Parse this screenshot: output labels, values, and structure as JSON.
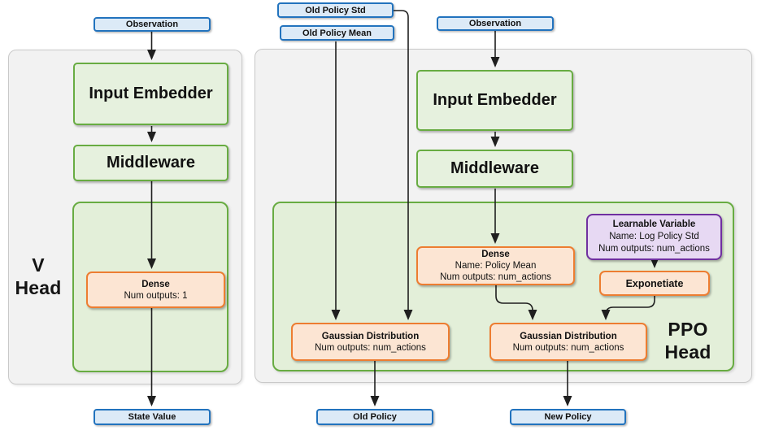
{
  "colors": {
    "blue_border": "#2273BE",
    "blue_fill": "#DCEAF7",
    "green_border": "#68AC42",
    "green_fill": "#E6F1DE",
    "green_container_fill": "#E3EFD9",
    "orange_border": "#ED7D31",
    "orange_fill": "#FCE5D3",
    "purple_border": "#7030A0",
    "purple_fill": "#E7D9F3",
    "container_fill": "#F2F2F2",
    "arrow": "#1F1F1F"
  },
  "v_head": {
    "label": {
      "line1": "V",
      "line2": "Head"
    },
    "observation": "Observation",
    "input_embedder": "Input Embedder",
    "middleware": "Middleware",
    "dense": {
      "title": "Dense",
      "line2": "Num outputs: 1"
    },
    "state_value": "State Value"
  },
  "ppo_head": {
    "label": {
      "line1": "PPO",
      "line2": "Head"
    },
    "old_policy_std": "Old Policy Std",
    "old_policy_mean": "Old Policy Mean",
    "observation": "Observation",
    "input_embedder": "Input Embedder",
    "middleware": "Middleware",
    "dense": {
      "title": "Dense",
      "line2": "Name: Policy Mean",
      "line3": "Num outputs: num_actions"
    },
    "learnable_variable": {
      "title": "Learnable Variable",
      "line2": "Name: Log Policy Std",
      "line3": "Num outputs: num_actions"
    },
    "exponetiate": "Exponetiate",
    "gaussian_old": {
      "title": "Gaussian Distribution",
      "line2": "Num outputs: num_actions"
    },
    "gaussian_new": {
      "title": "Gaussian Distribution",
      "line2": "Num outputs: num_actions"
    },
    "old_policy": "Old Policy",
    "new_policy": "New Policy"
  }
}
